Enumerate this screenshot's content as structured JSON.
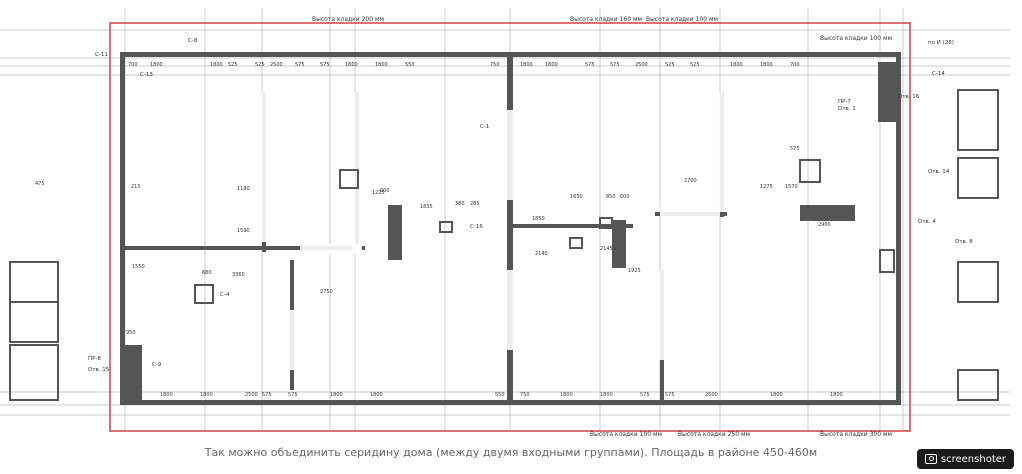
{
  "colors": {
    "outline": "#d0343a",
    "wall": "#555555",
    "grid": "#9a9a9a",
    "highlight": "#ffffff"
  },
  "plan": {
    "top_notes": [
      "Высота кладки 200 мм",
      "Высота кладки 160 мм",
      "Высота кладки 100 мм"
    ],
    "right_note": "Высота кладки 100 мм",
    "bottom_notes": [
      "Высота кладки 100 мм",
      "Высота кладки 250 мм",
      "Высота кладки 300 мм"
    ],
    "top_dims": [
      "700",
      "1800",
      "1800",
      "525",
      "525",
      "2500",
      "575",
      "575",
      "1800",
      "1800",
      "550",
      "750",
      "1800",
      "1800",
      "575",
      "575",
      "2500",
      "525",
      "525",
      "1800",
      "1800",
      "700"
    ],
    "bottom_dims": [
      "1800",
      "1800",
      "2500",
      "575",
      "575",
      "1800",
      "1800",
      "550",
      "750",
      "1800",
      "1800",
      "575",
      "575",
      "2500",
      "1800",
      "1800"
    ],
    "mid_dims": [
      "1550",
      "3360",
      "2750",
      "1925",
      "2140",
      "1850",
      "1650",
      "850",
      "600",
      "2700",
      "2900",
      "950",
      "1590",
      "1180",
      "215",
      "680",
      "600",
      "1225",
      "1835",
      "380",
      "285",
      "2145",
      "1275",
      "1570",
      "575",
      "475"
    ],
    "labels": [
      "С-1",
      "С-4",
      "С-8",
      "С-9",
      "С-11",
      "С-13",
      "С-14",
      "С-16",
      "ПР-7",
      "ПР-8",
      "Отв. 1",
      "Отв. 4",
      "Отв. 8",
      "Отв. 14",
      "Отв. 15",
      "Отв. 16",
      "по И (26)"
    ]
  },
  "caption": "Так можно объединить серидину дома (между двумя входными группами). Площадь в районе 450-460м",
  "badge": {
    "label": "screenshoter",
    "icon": "camera-icon"
  }
}
